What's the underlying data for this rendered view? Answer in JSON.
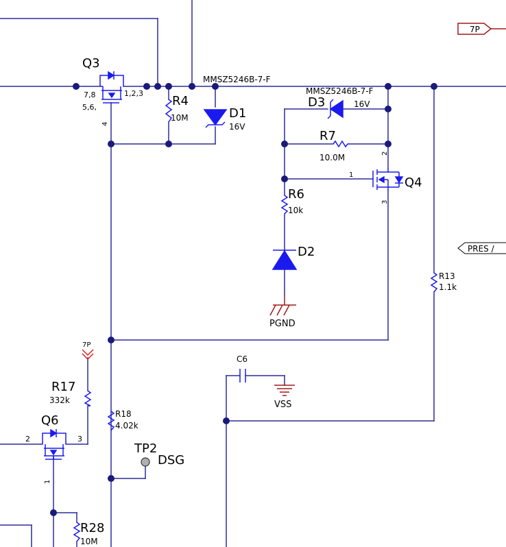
{
  "components": {
    "q3": {
      "ref": "Q3",
      "pin_drain": "7,8",
      "pin_drain2": "5,6,",
      "pin_source": "1,2,3",
      "pin_gate": "4"
    },
    "r4": {
      "ref": "R4",
      "value": "10M"
    },
    "d1": {
      "ref": "D1",
      "value": "16V",
      "part": "MMSZ5246B-7-F"
    },
    "d3": {
      "ref": "D3",
      "value": "16V",
      "part": "MMSZ5246B-7-F"
    },
    "r7": {
      "ref": "R7",
      "value": "10.0M"
    },
    "q4": {
      "ref": "Q4",
      "pin_gate": "1",
      "pin_drain": "2",
      "pin_source": "3"
    },
    "r6": {
      "ref": "R6",
      "value": "10k"
    },
    "d2": {
      "ref": "D2"
    },
    "r13": {
      "ref": "R13",
      "value": "1.1k"
    },
    "c6": {
      "ref": "C6"
    },
    "r17": {
      "ref": "R17",
      "value": "332k"
    },
    "q6": {
      "ref": "Q6",
      "pin_gate": "1",
      "pin_drain": "2",
      "pin_source": "3"
    },
    "r18": {
      "ref": "R18",
      "value": "4.02k"
    },
    "tp2": {
      "ref": "TP2",
      "label": "DSG"
    },
    "r28": {
      "ref": "R28",
      "value": "10M"
    }
  },
  "nets": {
    "top_port": "7P",
    "pres_port": "PRES /",
    "pgnd": "PGND",
    "vss": "VSS",
    "power_7p": "7P"
  },
  "colors": {
    "wire": "#2b2b9a",
    "component": "#1a1aee",
    "port": "#a01818",
    "junction": "#1a1a7a"
  }
}
